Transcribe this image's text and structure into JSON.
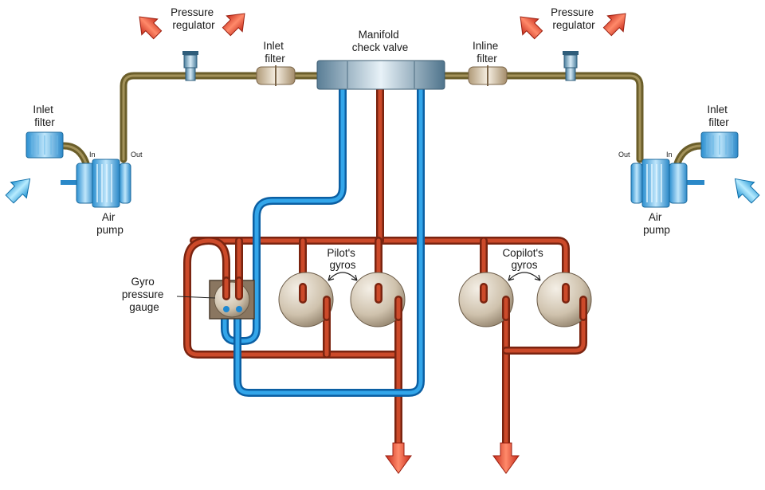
{
  "labels": {
    "pressure_regulator_left": [
      "Pressure",
      "regulator"
    ],
    "pressure_regulator_right": [
      "Pressure",
      "regulator"
    ],
    "inlet_filter_top": [
      "Inlet",
      "filter"
    ],
    "inline_filter_top": [
      "Inline",
      "filter"
    ],
    "manifold": [
      "Manifold",
      "check valve"
    ],
    "inlet_filter_left": [
      "Inlet",
      "filter"
    ],
    "inlet_filter_right": [
      "Inlet",
      "filter"
    ],
    "air_pump_left": [
      "Air",
      "pump"
    ],
    "air_pump_right": [
      "Air",
      "pump"
    ],
    "pump_in_left": "In",
    "pump_out_left": "Out",
    "pump_out_right": "Out",
    "pump_in_right": "In",
    "gyro_pressure_gauge": [
      "Gyro",
      "pressure",
      "gauge"
    ],
    "pilots_gyros": [
      "Pilot's",
      "gyros"
    ],
    "copilots_gyros": [
      "Copilot's",
      "gyros"
    ]
  },
  "colors": {
    "supply_line": "#6b5e2a",
    "vacuum_line": "#b8401f",
    "gauge_line": "#1e88d2",
    "exhaust_arrow": "#e2462c",
    "intake_arrow": "#35aee6"
  },
  "icons": [
    "exhaust-arrow-icon",
    "intake-arrow-icon",
    "pressure-regulator-icon",
    "filter-icon",
    "air-pump-icon",
    "gyro-icon",
    "gauge-icon"
  ]
}
